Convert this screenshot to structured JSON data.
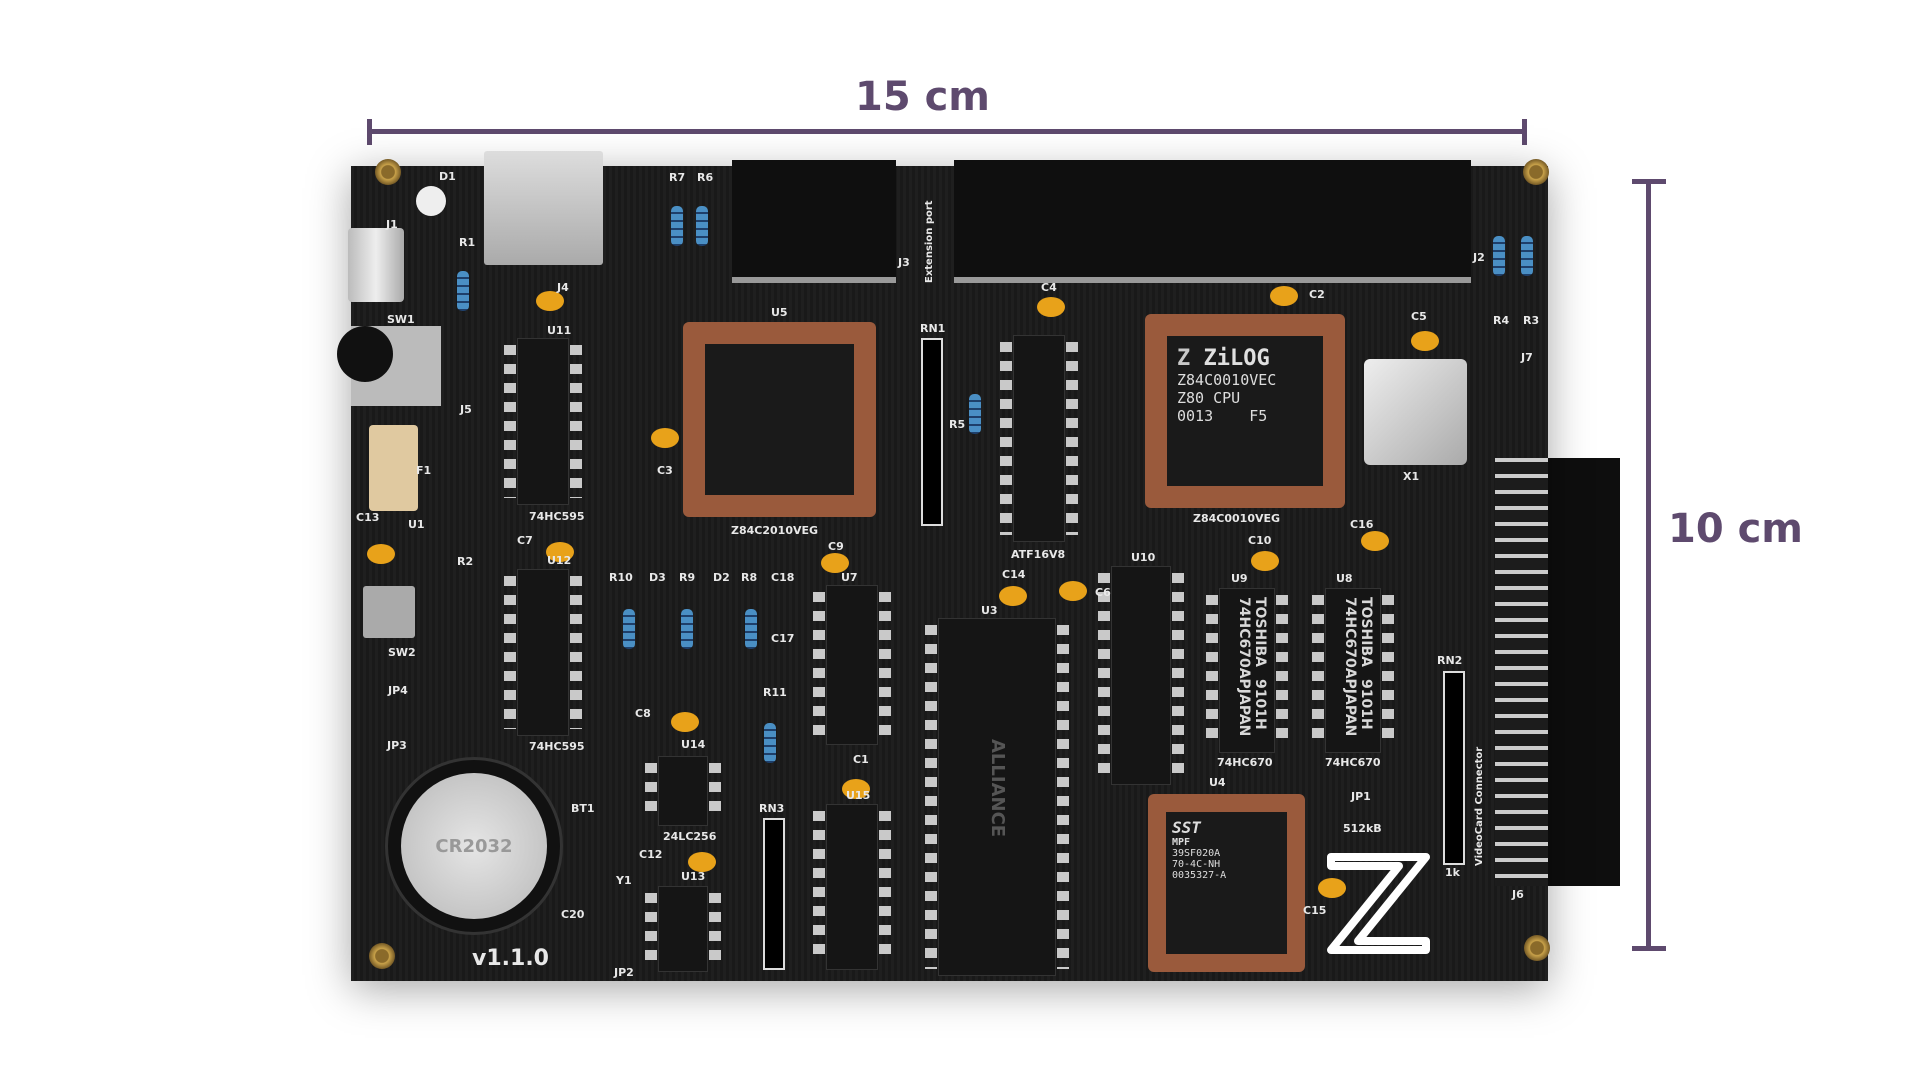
{
  "dimensions": {
    "width_label": "15 cm",
    "height_label": "10 cm",
    "color": "#5e4a6e"
  },
  "board": {
    "version": "v1.1.0",
    "silkscreen": {
      "D1": "D1",
      "J1": "J1",
      "R1": "R1",
      "SW1": "SW1",
      "J4": "J4",
      "J5": "J5",
      "F1": "F1",
      "C13": "C13",
      "U1": "U1",
      "R2": "R2",
      "SW2": "SW2",
      "JP4": "JP4",
      "JP3": "JP3",
      "U11": "U11",
      "U11_part": "74HC595",
      "U12": "U12",
      "U12_part": "74HC595",
      "C7": "C7",
      "R7": "R7",
      "R6": "R6",
      "J3": "J3",
      "U5": "U5",
      "C3": "C3",
      "U5_part": "Z84C2010VEG",
      "extension": "Extension port",
      "J2": "J2",
      "RN1": "RN1",
      "R5": "R5",
      "C4": "C4",
      "ATF": "ATF16V8",
      "C2": "C2",
      "C5": "C5",
      "Z80_part": "Z84C0010VEG",
      "X1": "X1",
      "J7": "J7",
      "R4": "R4",
      "R3": "R3",
      "R10": "R10",
      "D3": "D3",
      "R9": "R9",
      "D2": "D2",
      "R8": "R8",
      "C18": "C18",
      "C17": "C17",
      "R11": "R11",
      "C9": "C9",
      "U7": "U7",
      "C8": "C8",
      "U14": "U14",
      "U14_part": "24LC256",
      "C12": "C12",
      "U13": "U13",
      "C1": "C1",
      "U15": "U15",
      "RN3": "RN3",
      "C14": "C14",
      "U3": "U3",
      "C6": "C6",
      "U10": "U10",
      "C10": "C10",
      "U9": "U9",
      "C16": "C16",
      "U8": "U8",
      "U9_part": "74HC670",
      "U8_part": "74HC670",
      "U4": "U4",
      "JP1": "JP1",
      "JP1_val": "512kB",
      "RN2": "RN2",
      "RN2_val": "1k",
      "J6": "J6",
      "videocard": "VideoCard Connector",
      "BT1": "BT1",
      "Y1": "Y1",
      "C20": "C20",
      "JP2": "JP2",
      "C15": "C15"
    },
    "chips": {
      "z80": {
        "brand": "ZiLOG",
        "line1": "Z84C0010VEC",
        "line2": "Z80 CPU",
        "line3": "0013    F5"
      },
      "flash": {
        "brand": "SST",
        "sub": "MPF",
        "line1": "39SF020A",
        "line2": "70-4C-NH",
        "line3": "0035327-A"
      },
      "toshiba": {
        "brand": "TOSHIBA",
        "part": "74HC670AP",
        "code": "9101H",
        "origin": "JAPAN"
      },
      "ram": {
        "brand": "ALLIANCE"
      },
      "battery": {
        "type": "CR2032"
      }
    }
  }
}
